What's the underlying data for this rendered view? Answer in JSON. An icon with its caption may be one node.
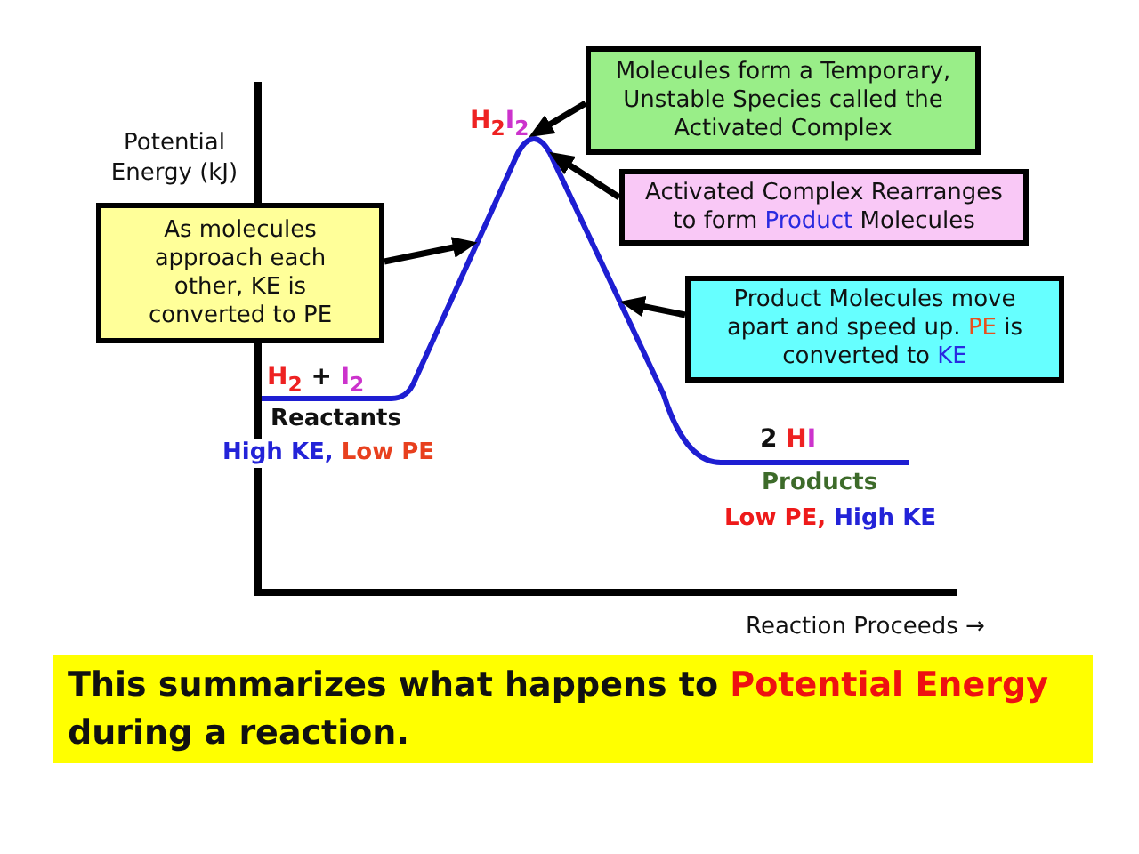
{
  "diagram": {
    "nodes": [
      {
        "text": [
          "Molecules form a Temporary, Unstable Species called the Activated Complex"
        ]
      },
      {
        "text": [
          "H$_{2}$I$_{2}$"
        ]
      },
      {
        "text": [],
        "shape": "curve"
      },
      {
        "text": [
          "Activated Complex Rearranges to form Product Molecules"
        ]
      },
      {
        "text": [
          "As molecules approach each other, KE is converted to PE"
        ]
      },
      {
        "text": [
          "Product Molecules move apart and speed up. PE is converted to KE"
        ]
      },
      {
        "text": [
          "This summarizes what happens to Potential Energy during a reaction."
        ]
      }
    ],
    "edges": [
      {
        "from": 0,
        "to": 1,
        "arrow": "to"
      },
      {
        "from": 3,
        "to": 2,
        "arrow": "to"
      },
      {
        "from": 4,
        "to": 2,
        "arrow": "to"
      },
      {
        "from": 5,
        "to": 2,
        "arrow": "to"
      }
    ],
    "labels": [
      "Potential Energy (kJ)",
      "H$_{2}$ + I$_{2}$",
      "Reactants",
      "High KE, Low PE",
      "2 HI",
      "Products",
      "Low PE, High KE",
      "Reaction Proceeds →"
    ]
  }
}
